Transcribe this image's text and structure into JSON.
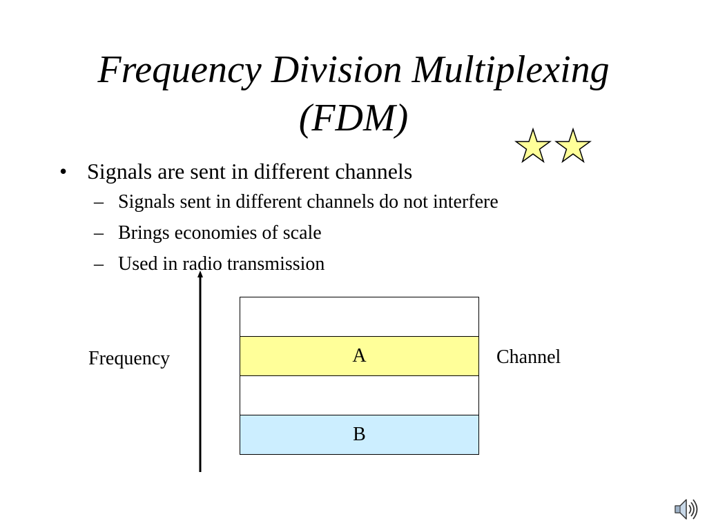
{
  "slide": {
    "title_line1": "Frequency Division Multiplexing",
    "title_line2": "(FDM)"
  },
  "bullets": {
    "marker": "•",
    "sub_marker": "–",
    "main": "Signals are sent in different channels",
    "sub": [
      "Signals sent in different channels do not interfere",
      "Brings economies of scale",
      "Used in radio transmission"
    ]
  },
  "diagram": {
    "axis_label": "Frequency",
    "channel_label": "Channel",
    "bands": [
      {
        "label": "",
        "color": "#ffffff"
      },
      {
        "label": "A",
        "color": "#ffff99"
      },
      {
        "label": "",
        "color": "#ffffff"
      },
      {
        "label": "B",
        "color": "#cceeff"
      }
    ]
  },
  "icons": {
    "stars": "star-icon",
    "star_color": "#ffff99",
    "speaker": "speaker-icon"
  }
}
